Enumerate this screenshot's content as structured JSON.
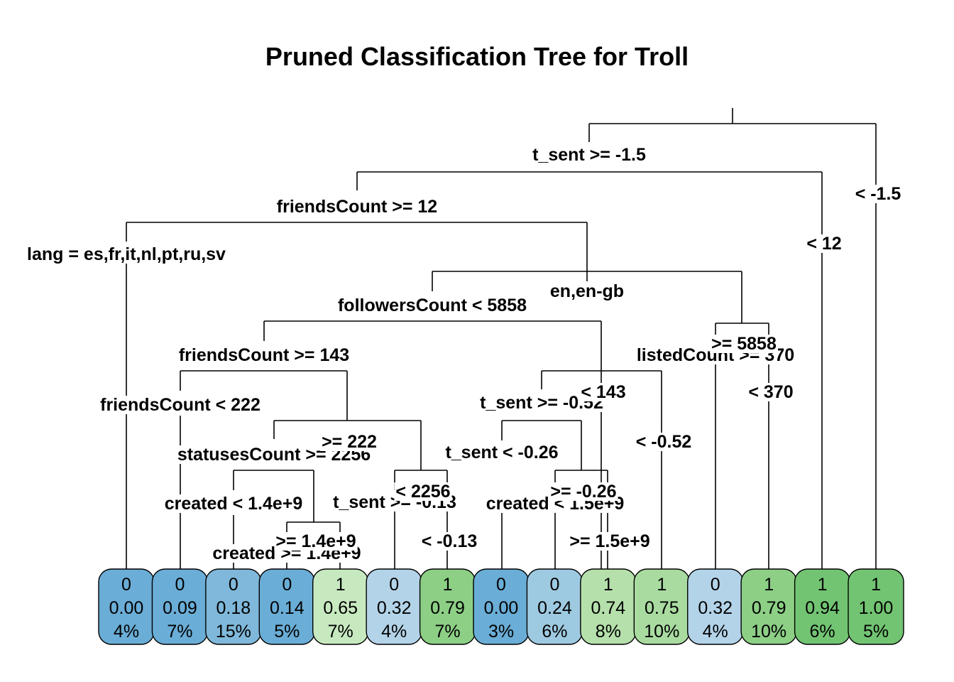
{
  "title": "Pruned Classification Tree for Troll",
  "colors": {
    "class0_dark": "#6aadd6",
    "class0_mid": "#7fb8da",
    "class0_light": "#b3d3e8",
    "class1_light": "#c7e9c0",
    "class1_mid": "#a9dba0",
    "class1_strong": "#8ccf85",
    "class1_dark": "#72c472"
  },
  "splits": [
    {
      "key": "t_sent_ge_-1.5",
      "text": "t_sent >= -1.5"
    },
    {
      "key": "lt_-1.5",
      "text": "< -1.5"
    },
    {
      "key": "friendsCount_ge_12",
      "text": "friendsCount >= 12"
    },
    {
      "key": "lt_12",
      "text": "< 12"
    },
    {
      "key": "lang",
      "text": "lang = es,fr,it,nl,pt,ru,sv"
    },
    {
      "key": "en_en-gb",
      "text": "en,en-gb"
    },
    {
      "key": "followersCount_lt_5858",
      "text": "followersCount < 5858"
    },
    {
      "key": "ge_5858",
      "text": ">= 5858"
    },
    {
      "key": "listedCount",
      "text": "listedCount >= 370"
    },
    {
      "key": "lt_370",
      "text": "< 370"
    },
    {
      "key": "friendsCount_ge_143",
      "text": "friendsCount >= 143"
    },
    {
      "key": "lt_143",
      "text": "< 143"
    },
    {
      "key": "friendsCount_lt_222",
      "text": "friendsCount < 222"
    },
    {
      "key": "ge_222",
      "text": ">= 222"
    },
    {
      "key": "t_sent_ge_-0.52",
      "text": "t_sent >= -0.52"
    },
    {
      "key": "lt_-0.52",
      "text": "< -0.52"
    },
    {
      "key": "statusesCount",
      "text": "statusesCount >= 2256"
    },
    {
      "key": "lt_2256",
      "text": "< 2256"
    },
    {
      "key": "t_sent_lt_-0.26",
      "text": "t_sent < -0.26"
    },
    {
      "key": "ge_-0.26",
      "text": ">= -0.26"
    },
    {
      "key": "created_lt_1.4e9",
      "text": "created < 1.4e+9"
    },
    {
      "key": "ge_1.4e9",
      "text": ">= 1.4e+9"
    },
    {
      "key": "t_sent_ge_-0.13",
      "text": "t_sent >= -0.13"
    },
    {
      "key": "lt_-0.13",
      "text": "< -0.13"
    },
    {
      "key": "created_lt_1.5e9",
      "text": "created < 1.5e+9"
    },
    {
      "key": "ge_1.5e9",
      "text": ">= 1.5e+9"
    },
    {
      "key": "created_ge_1.4e9",
      "text": "created >= 1.4e+9"
    }
  ],
  "leaves": [
    {
      "cls": "0",
      "prob": "0.00",
      "pct": "4%",
      "color": "#6aadd6"
    },
    {
      "cls": "0",
      "prob": "0.09",
      "pct": "7%",
      "color": "#6aadd6"
    },
    {
      "cls": "0",
      "prob": "0.18",
      "pct": "15%",
      "color": "#7fb8da"
    },
    {
      "cls": "0",
      "prob": "0.14",
      "pct": "5%",
      "color": "#6aadd6"
    },
    {
      "cls": "1",
      "prob": "0.65",
      "pct": "7%",
      "color": "#c7e9c0"
    },
    {
      "cls": "0",
      "prob": "0.32",
      "pct": "4%",
      "color": "#b3d3e8"
    },
    {
      "cls": "1",
      "prob": "0.79",
      "pct": "7%",
      "color": "#8ccf85"
    },
    {
      "cls": "0",
      "prob": "0.00",
      "pct": "3%",
      "color": "#6aadd6"
    },
    {
      "cls": "0",
      "prob": "0.24",
      "pct": "6%",
      "color": "#9ecae1"
    },
    {
      "cls": "1",
      "prob": "0.74",
      "pct": "8%",
      "color": "#b5e0ab"
    },
    {
      "cls": "1",
      "prob": "0.75",
      "pct": "10%",
      "color": "#a9dba0"
    },
    {
      "cls": "0",
      "prob": "0.32",
      "pct": "4%",
      "color": "#b3d3e8"
    },
    {
      "cls": "1",
      "prob": "0.79",
      "pct": "10%",
      "color": "#8ccf85"
    },
    {
      "cls": "1",
      "prob": "0.94",
      "pct": "6%",
      "color": "#72c472"
    },
    {
      "cls": "1",
      "prob": "1.00",
      "pct": "5%",
      "color": "#72c472"
    }
  ]
}
